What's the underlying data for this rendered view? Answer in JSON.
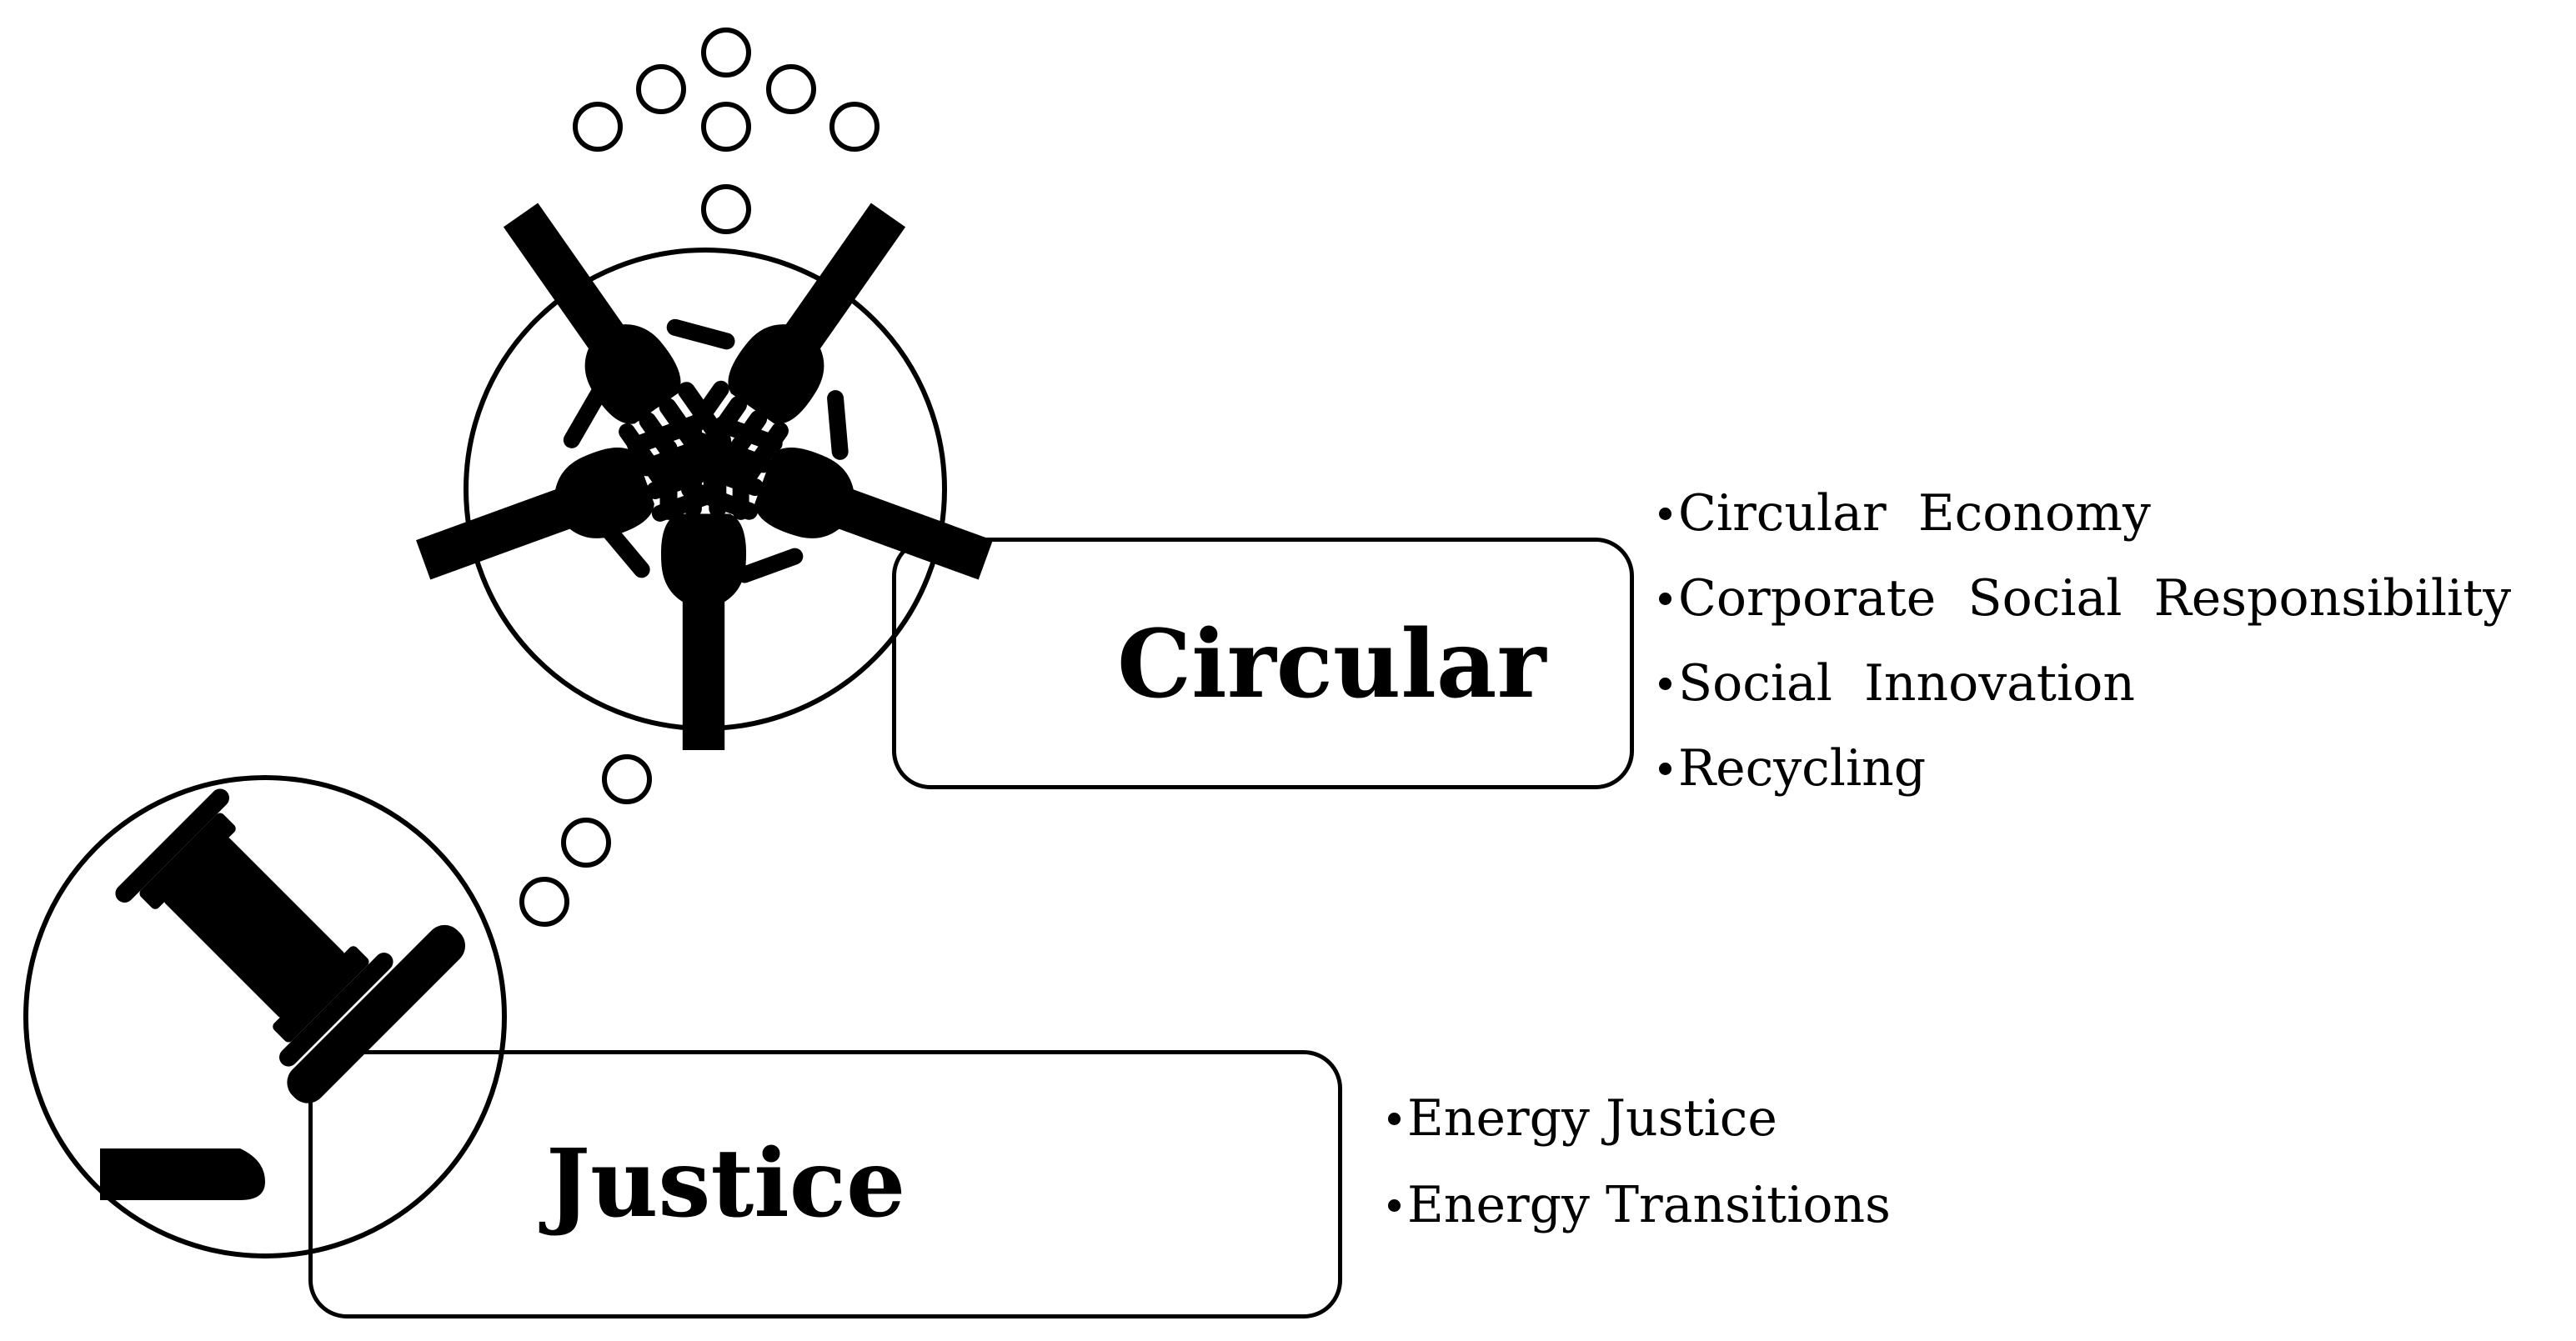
{
  "colors": {
    "ink": "#000000",
    "background": "#ffffff"
  },
  "icons": {
    "hands": "five-hands-circle-icon",
    "gavel": "gavel-icon",
    "bubbles": "thought-bubble-icon"
  },
  "circular": {
    "label": "Circular",
    "items": [
      "Circular  Economy",
      "Corporate  Social  Responsibility",
      "Social  Innovation",
      "Recycling"
    ]
  },
  "justice": {
    "label": "Justice",
    "items": [
      "Energy Justice",
      "Energy Transitions"
    ]
  }
}
